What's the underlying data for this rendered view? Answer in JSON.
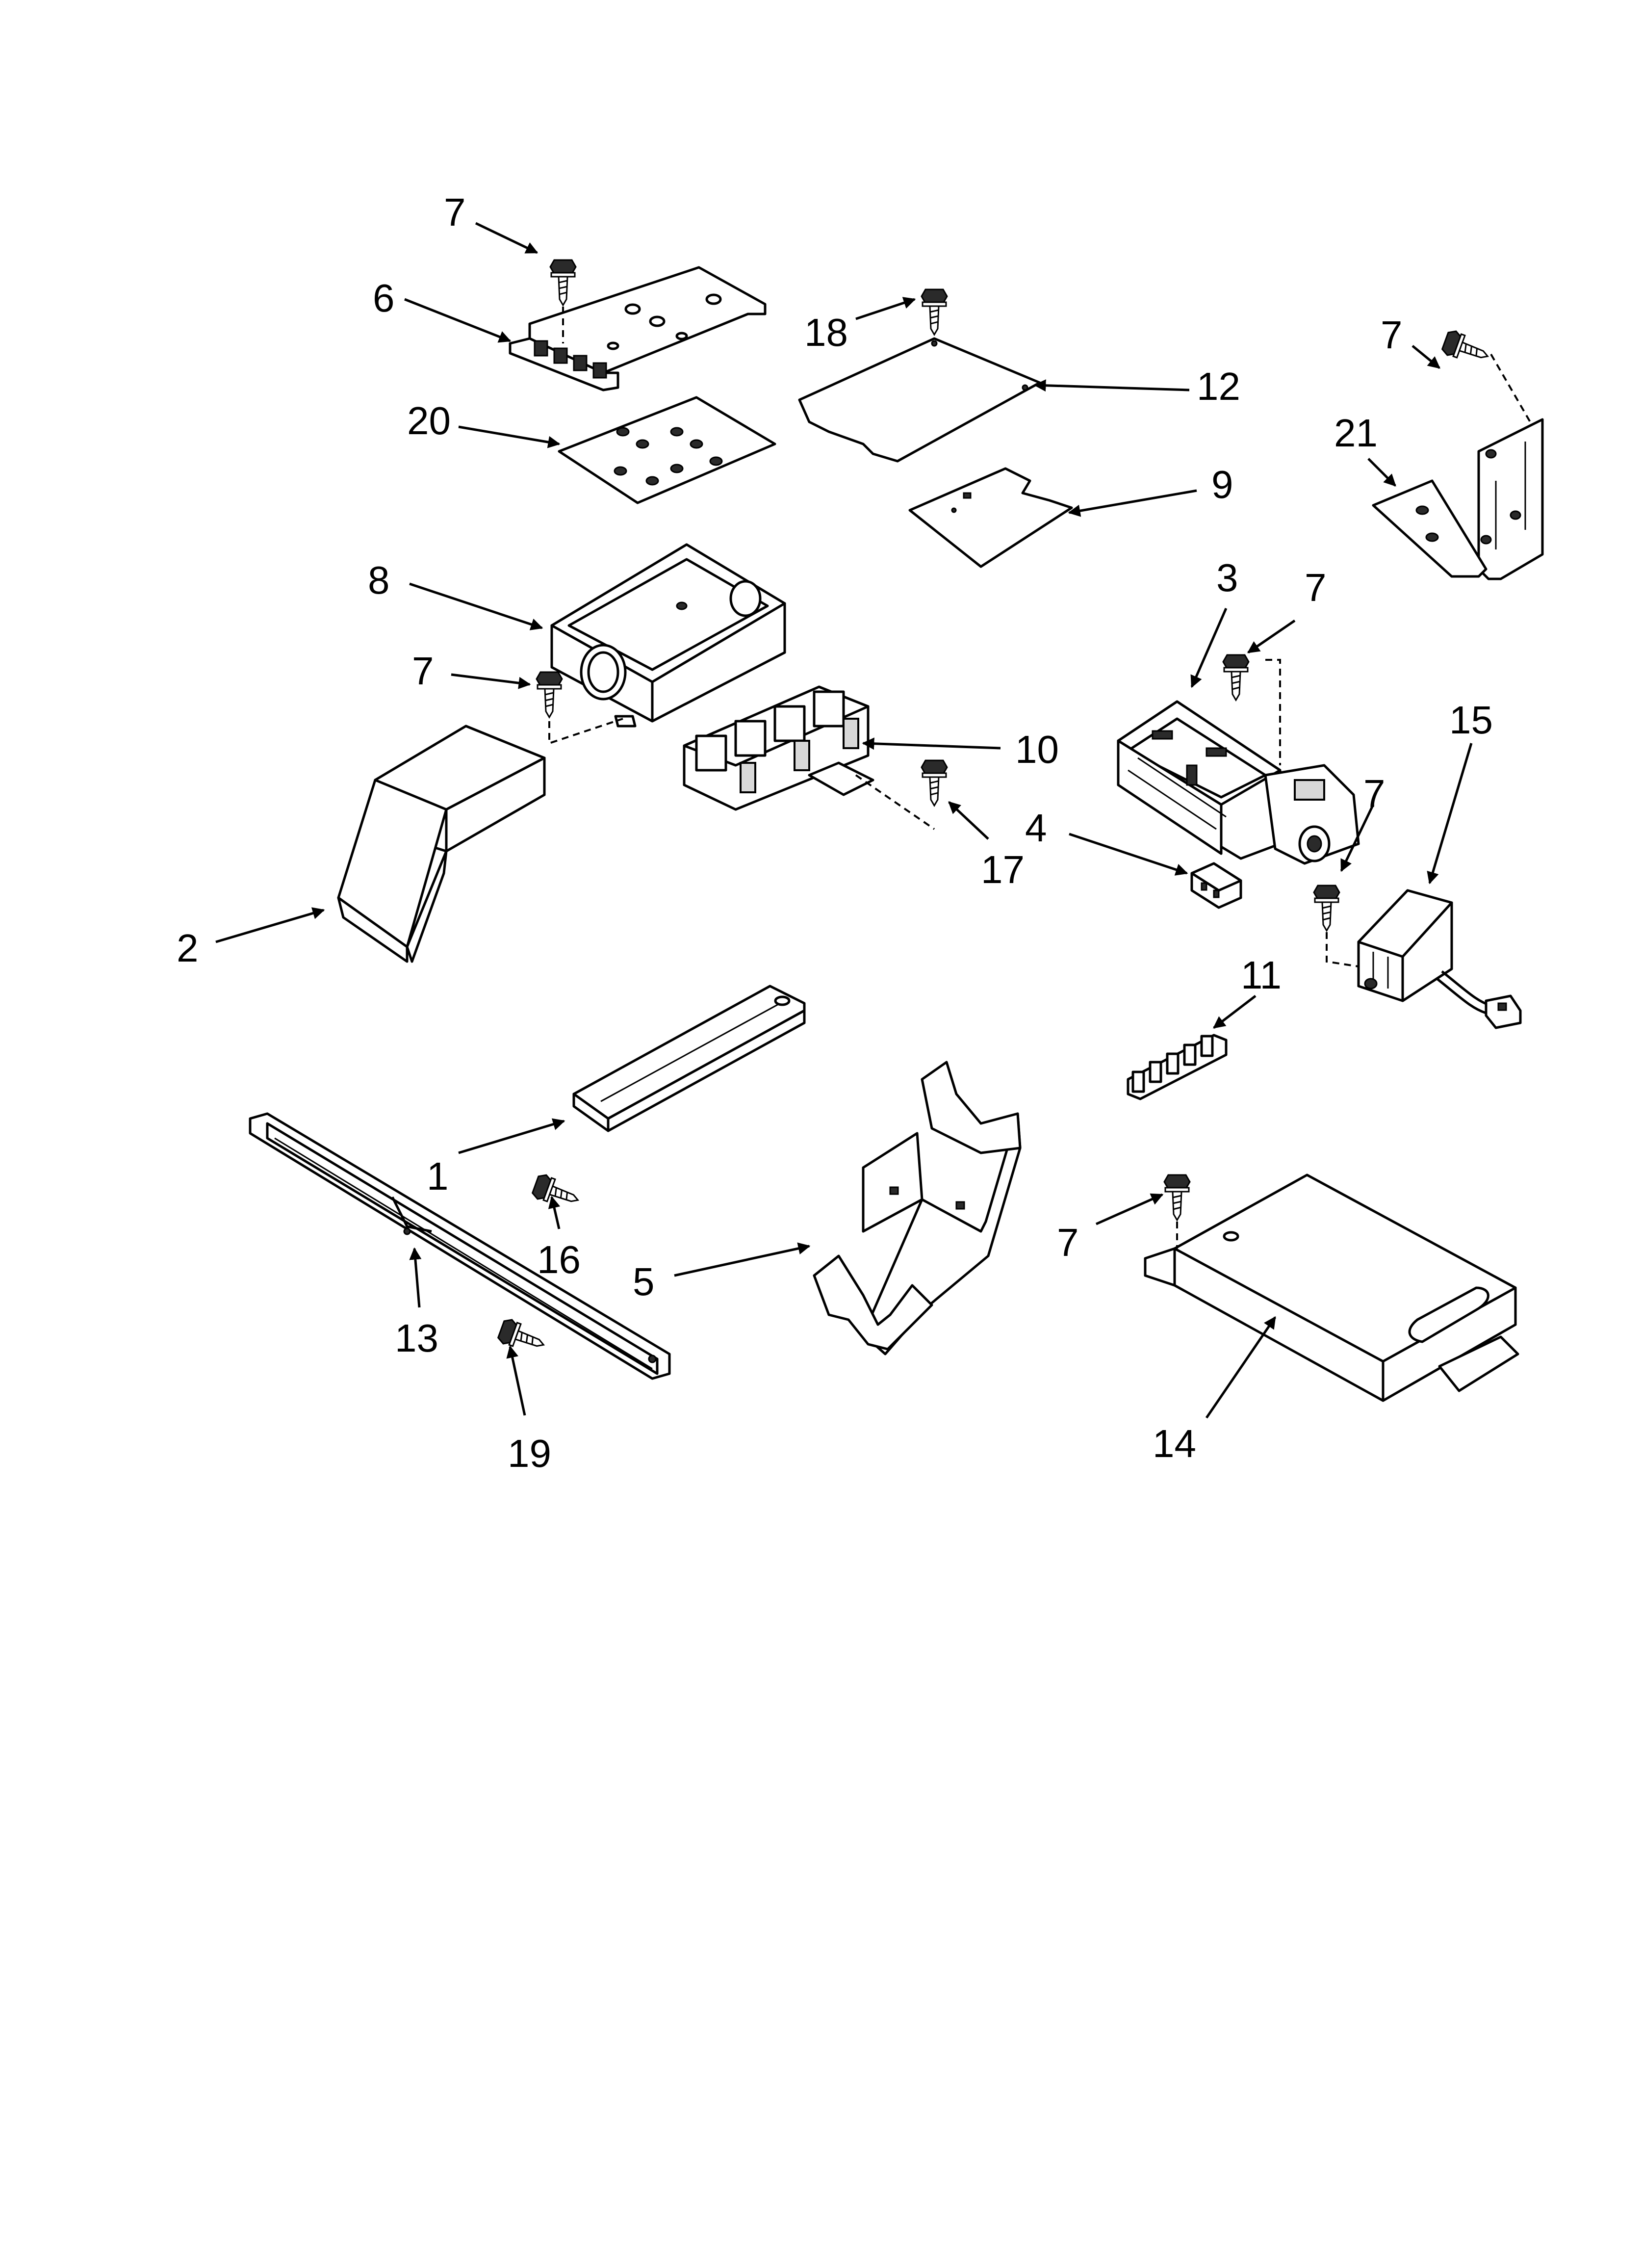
{
  "labels": {
    "p1": "1",
    "p2": "2",
    "p3": "3",
    "p4": "4",
    "p5": "5",
    "p6": "6",
    "p7": "7",
    "p8": "8",
    "p9": "9",
    "p10": "10",
    "p11": "11",
    "p12": "12",
    "p13": "13",
    "p14": "14",
    "p15": "15",
    "p16": "16",
    "p17": "17",
    "p18": "18",
    "p19": "19",
    "p20": "20",
    "p21": "21"
  },
  "colors": {
    "line": "#000000",
    "background": "#ffffff"
  }
}
